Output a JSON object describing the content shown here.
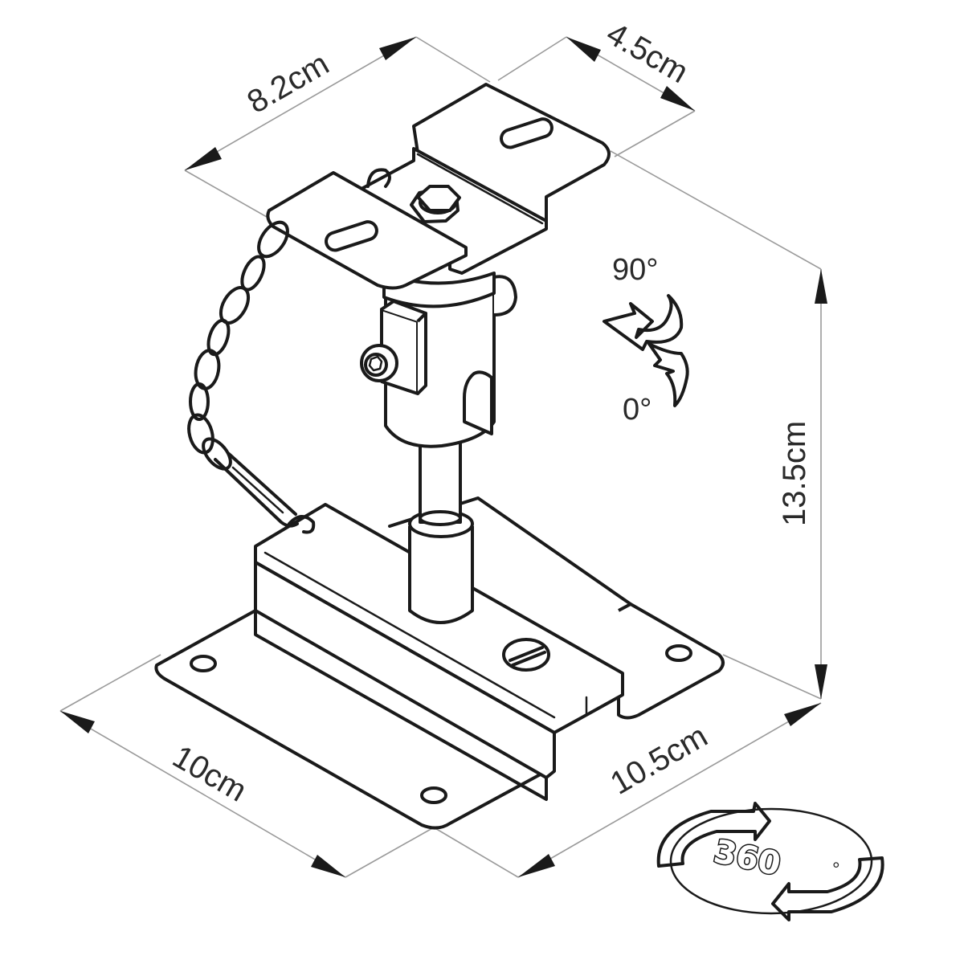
{
  "dimensions": {
    "top_length": "8.2cm",
    "top_width": "4.5cm",
    "height": "13.5cm",
    "base_width": "10cm",
    "base_length": "10.5cm"
  },
  "tilt": {
    "max_angle": "90°",
    "min_angle": "0°"
  },
  "rotation": {
    "label": "360",
    "unit": "°"
  },
  "icons": [
    "tilt-arrow-icon",
    "rotation-arrow-icon"
  ],
  "colors": {
    "ink": "#1a1a1a",
    "dimension_line": "#9a9a9a",
    "background": "#ffffff"
  }
}
